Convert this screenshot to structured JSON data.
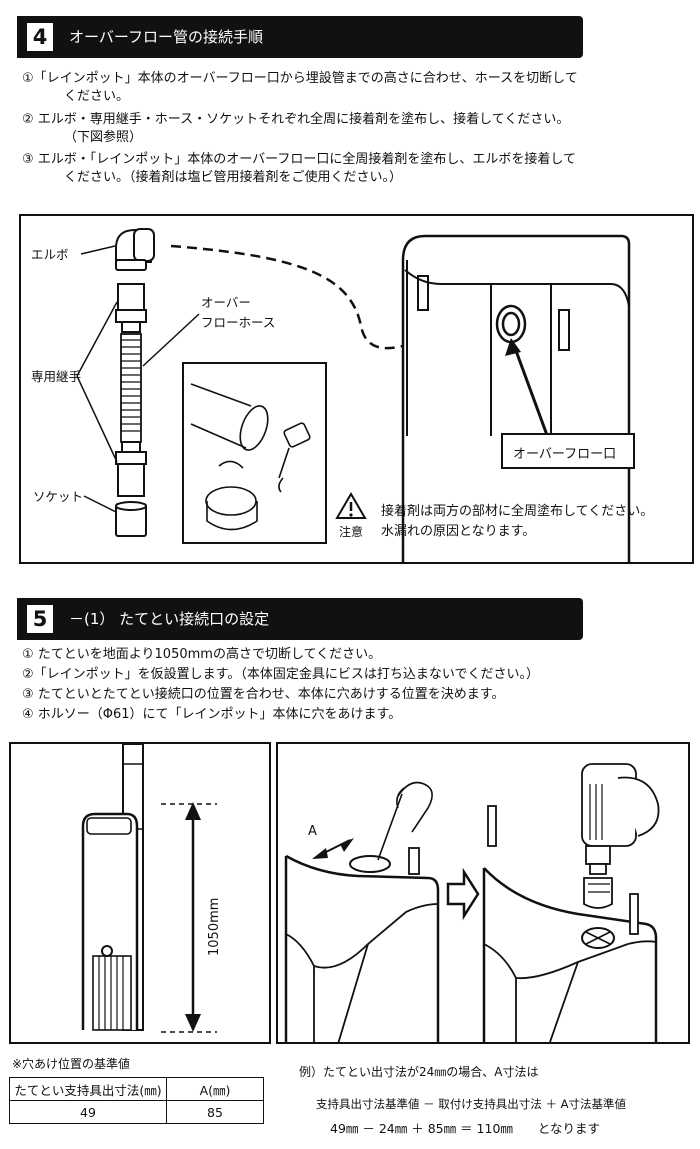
{
  "section4": {
    "number": "4",
    "title": "オーバーフロー管の接続手順",
    "steps": [
      "①「レインポット」本体のオーバーフロー口から埋設管までの高さに合わせ、ホースを切断して",
      "ください。",
      "② エルボ・専用継手・ホース・ソケットそれぞれ全周に接着剤を塗布し、接着してください。",
      "（下図参照）",
      "③ エルボ・「レインポット」本体のオーバーフロー口に全周接着剤を塗布し、エルボを接着して",
      "ください。（接着剤は塩ビ管用接着剤をご使用ください。）"
    ]
  },
  "diagram4": {
    "label_elbow": "エルボ",
    "label_hose_1": "オーバー",
    "label_hose_2": "フローホース",
    "label_joint": "専用継手",
    "label_socket": "ソケット",
    "label_overflow_port": "オーバーフロー口",
    "caution_line1": "接着剤は両方の部材に全周塗布してください。",
    "caution_line2": "水漏れの原因となります。",
    "caution_label": "注意"
  },
  "section5": {
    "number": "5",
    "title": "－(1） たてとい接続口の設定",
    "steps": [
      "① たてといを地面より1050mmの高さで切断してください。",
      "②「レインポット」を仮設置します。（本体固定金具にビスは打ち込まないでください。）",
      "③ たてといとたてとい接続口の位置を合わせ、本体に穴あけする位置を決めます。",
      "④ ホルソー（Φ61）にて「レインポット」本体に穴をあけます。"
    ]
  },
  "diagram5": {
    "height_label": "1050mm",
    "dim_a": "A"
  },
  "reference": {
    "note": "※穴あけ位置の基準値",
    "headers": [
      "たてとい支持具出寸法(㎜)",
      "A(㎜)"
    ],
    "row": [
      "49",
      "85"
    ]
  },
  "example": {
    "line1": "例）たてとい出寸法が24㎜の場合、A寸法は",
    "line2": "支持具出寸法基準値 － 取付け支持具出寸法 ＋ A寸法基準値",
    "line3": "49㎜ － 24㎜ ＋ 85㎜ ＝ 110㎜　　となります"
  }
}
